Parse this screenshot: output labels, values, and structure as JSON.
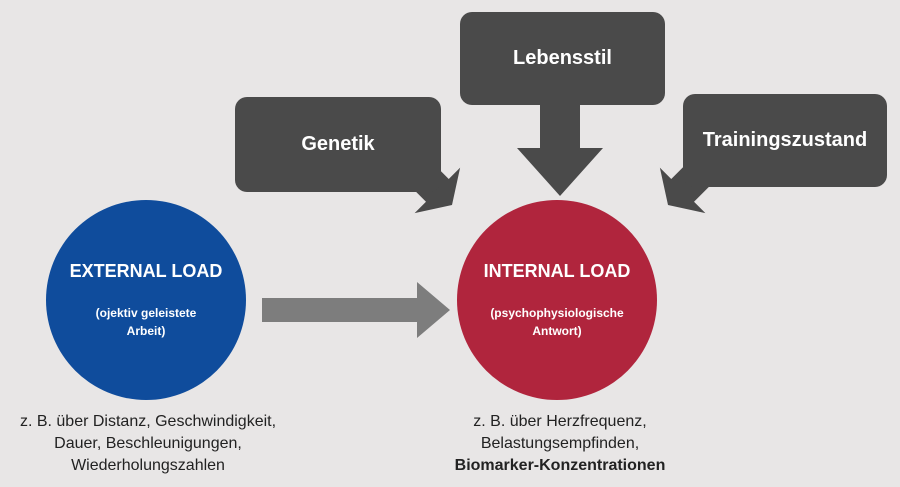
{
  "factors": {
    "genetik": "Genetik",
    "lebensstil": "Lebensstil",
    "trainingszustand": "Trainingszustand"
  },
  "external": {
    "title": "EXTERNAL LOAD",
    "subtitle_line1": "(ojektiv geleistete",
    "subtitle_line2": "Arbeit)",
    "caption_line1": "z. B. über Distanz, Geschwindigkeit,",
    "caption_line2": "Dauer, Beschleunigungen,",
    "caption_line3": "Wiederholungszahlen"
  },
  "internal": {
    "title": "INTERNAL LOAD",
    "subtitle_line1": "(psychophysiologische",
    "subtitle_line2": "Antwort)",
    "caption_line1": "z. B. über Herzfrequenz,",
    "caption_line2": "Belastungsempfinden,",
    "caption_line3": "Biomarker-Konzentrationen"
  },
  "colors": {
    "background": "#e8e6e6",
    "factor_box": "#4a4a4a",
    "external_circle": "#0f4c9c",
    "internal_circle": "#b0253d",
    "main_arrow": "#7d7d7d",
    "factor_arrow": "#4a4a4a"
  }
}
